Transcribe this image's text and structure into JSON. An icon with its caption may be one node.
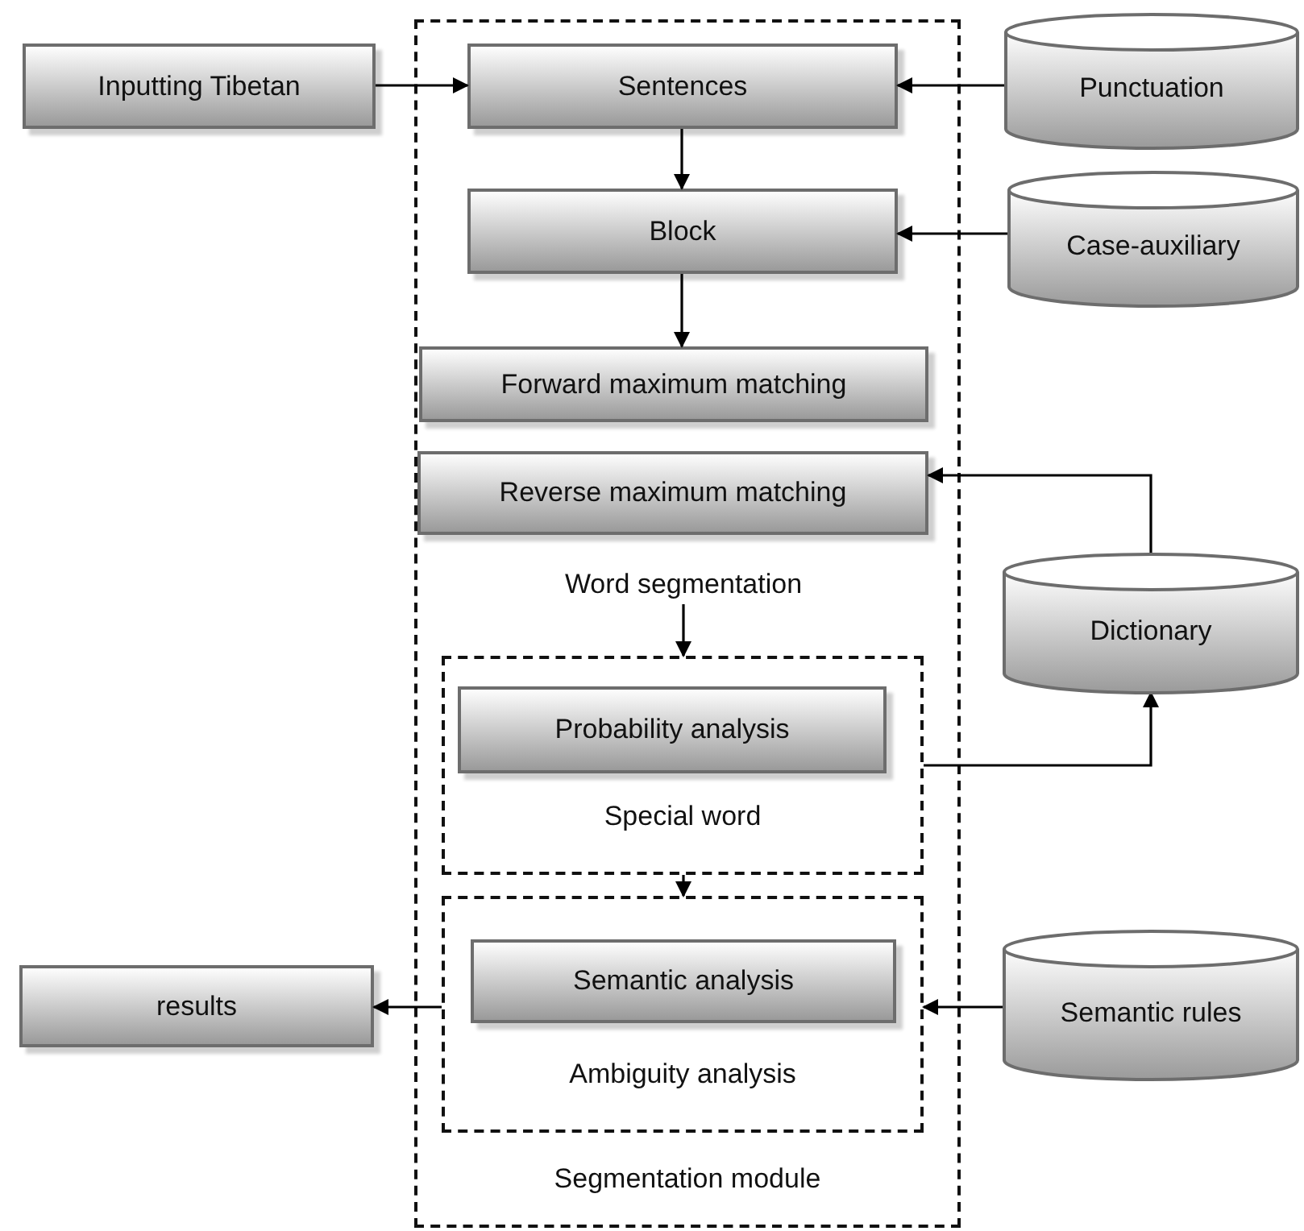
{
  "diagram": {
    "nodes": [
      {
        "text": [
          "Segmentation module"
        ]
      },
      {
        "text": [
          "Inputting Tibetan"
        ]
      },
      {
        "text": [
          "Sentences"
        ],
        "in": 0
      },
      {
        "text": [
          "Punctuation"
        ]
      },
      {
        "text": [
          "Block"
        ],
        "in": 0
      },
      {
        "text": [
          "Case-auxiliary"
        ]
      },
      {
        "text": [
          "Forward maximum matching"
        ],
        "in": 0
      },
      {
        "text": [
          "Reverse maximum matching"
        ],
        "in": 0
      },
      {
        "text": [
          "Dictionary"
        ]
      },
      {
        "text": [
          "Word segmentation"
        ],
        "in": 0
      },
      {
        "text": [
          "Special word"
        ],
        "in": 0
      },
      {
        "text": [
          "Probability analysis"
        ],
        "in": 10
      },
      {
        "text": [
          "Ambiguity analysis"
        ],
        "in": 0
      },
      {
        "text": [
          "Semantic analysis"
        ],
        "in": 12
      },
      {
        "text": [
          "results"
        ]
      },
      {
        "text": [
          "Semantic rules"
        ]
      }
    ],
    "edges": [
      {
        "from": 1,
        "to": 2,
        "arrow": "to"
      },
      {
        "from": 3,
        "to": 2,
        "arrow": "to"
      },
      {
        "from": 2,
        "to": 4,
        "arrow": "to"
      },
      {
        "from": 4,
        "to": 6,
        "arrow": "to"
      },
      {
        "from": 5,
        "to": 4,
        "arrow": "to"
      },
      {
        "from": 8,
        "to": 7,
        "arrow": "to"
      },
      {
        "from": 9,
        "to": 10,
        "arrow": "to"
      },
      {
        "from": 10,
        "to": 8,
        "arrow": "to"
      },
      {
        "from": 10,
        "to": 12,
        "arrow": "to"
      },
      {
        "from": 12,
        "to": 14,
        "arrow": "to"
      },
      {
        "from": 15,
        "to": 12,
        "arrow": "to"
      }
    ]
  }
}
